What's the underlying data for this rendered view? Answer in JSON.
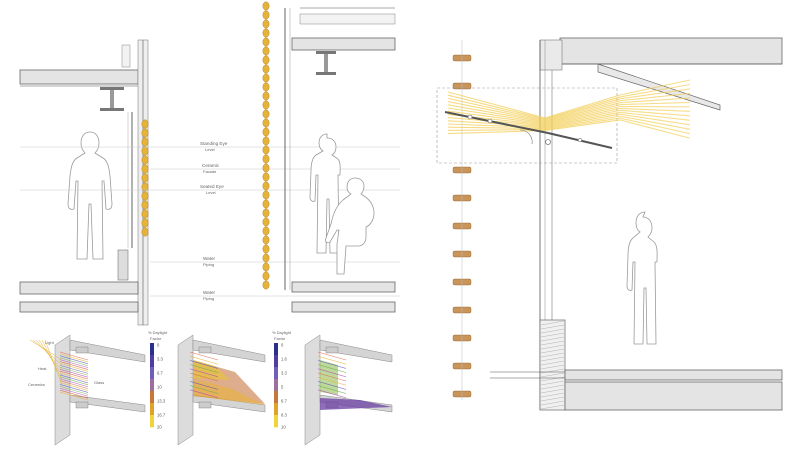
{
  "diagram": {
    "section_a": {
      "labels": {
        "standing_eye": "Standing Eye",
        "standing_eye_sub": "Level",
        "ceramic": "Ceramic",
        "ceramic_sub": "Facade",
        "seated_eye": "Seated Eye",
        "seated_eye_sub": "Level",
        "water_1": "Water",
        "water_1_sub": "Piping",
        "water_2": "Water",
        "water_2_sub": "Piping"
      }
    },
    "legend_1": {
      "title": "% Daylight",
      "subtitle": "Factor",
      "ticks": [
        "0",
        "3.3",
        "6.7",
        "10",
        "13.3",
        "16.7",
        "20"
      ],
      "colors": [
        "#2b2f8f",
        "#4b3fa6",
        "#6f5fb8",
        "#9c6fa0",
        "#c8763a",
        "#e0a22a",
        "#f2d33a"
      ]
    },
    "legend_2": {
      "title": "% Daylight",
      "subtitle": "Factor",
      "ticks": [
        "0",
        "1.6",
        "3.3",
        "5",
        "6.7",
        "8.3",
        "10"
      ],
      "colors": [
        "#2b2f8f",
        "#4b3fa6",
        "#6f5fb8",
        "#9c6fa0",
        "#c8763a",
        "#e0a22a",
        "#f2d33a"
      ]
    },
    "detail_labels": {
      "light": "Light",
      "heat": "Heat",
      "ceramics": "Ceramics",
      "glass": "Glass"
    },
    "colors": {
      "ceramic_yellow": "#e6b23a",
      "timber": "#c9955a",
      "light_ray": "#f3cf5a"
    }
  }
}
